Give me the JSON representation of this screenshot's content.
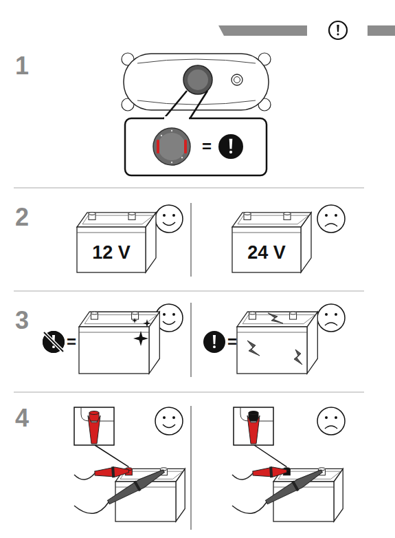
{
  "diagram": {
    "nodes": [
      {
        "text": [
          "12 V"
        ]
      },
      {
        "text": [
          "24 V"
        ]
      }
    ],
    "labels": [
      "1",
      "=",
      "2",
      "3",
      "=",
      "=",
      "4"
    ]
  }
}
